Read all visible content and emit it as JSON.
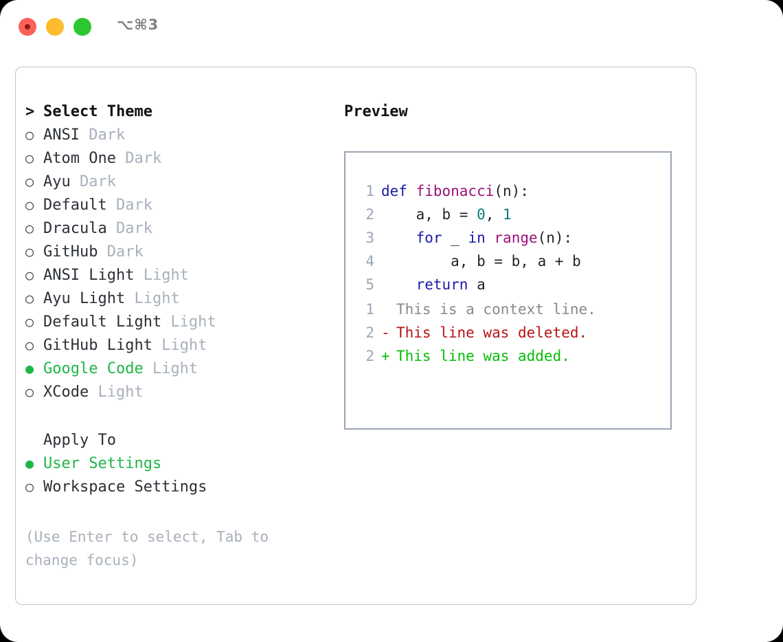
{
  "window": {
    "shortcut_label": "⌥⌘3",
    "traffic_lights": [
      "close",
      "minimize",
      "maximize"
    ]
  },
  "theme_picker": {
    "header": "Select Theme",
    "caret": ">",
    "bullet_unselected": "○",
    "bullet_selected": "●",
    "items": [
      {
        "name": "ANSI",
        "variant": "Dark",
        "selected": false
      },
      {
        "name": "Atom One",
        "variant": "Dark",
        "selected": false
      },
      {
        "name": "Ayu",
        "variant": "Dark",
        "selected": false
      },
      {
        "name": "Default",
        "variant": "Dark",
        "selected": false
      },
      {
        "name": "Dracula",
        "variant": "Dark",
        "selected": false
      },
      {
        "name": "GitHub",
        "variant": "Dark",
        "selected": false
      },
      {
        "name": "ANSI Light",
        "variant": "Light",
        "selected": false
      },
      {
        "name": "Ayu Light",
        "variant": "Light",
        "selected": false
      },
      {
        "name": "Default Light",
        "variant": "Light",
        "selected": false
      },
      {
        "name": "GitHub Light",
        "variant": "Light",
        "selected": false
      },
      {
        "name": "Google Code",
        "variant": "Light",
        "selected": true
      },
      {
        "name": "XCode",
        "variant": "Light",
        "selected": false
      }
    ]
  },
  "apply_to": {
    "header": "Apply To",
    "items": [
      {
        "name": "User Settings",
        "selected": true
      },
      {
        "name": "Workspace Settings",
        "selected": false
      }
    ]
  },
  "hint": "(Use Enter to select, Tab to change focus)",
  "preview": {
    "title": "Preview",
    "code_lines": [
      {
        "no": "1",
        "tokens": [
          {
            "t": "def ",
            "c": "kw"
          },
          {
            "t": "fibonacci",
            "c": "fn"
          },
          {
            "t": "(n):",
            "c": "plain"
          }
        ]
      },
      {
        "no": "2",
        "tokens": [
          {
            "t": "    a, b = ",
            "c": "plain"
          },
          {
            "t": "0",
            "c": "num"
          },
          {
            "t": ", ",
            "c": "plain"
          },
          {
            "t": "1",
            "c": "num"
          }
        ]
      },
      {
        "no": "3",
        "tokens": [
          {
            "t": "    ",
            "c": "plain"
          },
          {
            "t": "for",
            "c": "kw"
          },
          {
            "t": " _ ",
            "c": "plain"
          },
          {
            "t": "in",
            "c": "kw"
          },
          {
            "t": " ",
            "c": "plain"
          },
          {
            "t": "range",
            "c": "fn"
          },
          {
            "t": "(n):",
            "c": "plain"
          }
        ]
      },
      {
        "no": "4",
        "tokens": [
          {
            "t": "        a, b = b, a + b",
            "c": "plain"
          }
        ]
      },
      {
        "no": "5",
        "tokens": [
          {
            "t": "    ",
            "c": "plain"
          },
          {
            "t": "return",
            "c": "kw"
          },
          {
            "t": " a",
            "c": "plain"
          }
        ]
      }
    ],
    "diff_lines": [
      {
        "no": "1",
        "sign": " ",
        "text": "This is a context line.",
        "kind": "ctx"
      },
      {
        "no": "2",
        "sign": "-",
        "text": "This line was deleted.",
        "kind": "del"
      },
      {
        "no": "2",
        "sign": "+",
        "text": "This line was added.",
        "kind": "add"
      }
    ]
  },
  "colors": {
    "accent_green": "#1fb648",
    "muted": "#a8b0bb",
    "keyword": "#1a1aa8",
    "function": "#9b0f7a",
    "number": "#0b7d7d",
    "diff_added": "#06bd06",
    "diff_deleted": "#b81414",
    "border": "#9aa5b4",
    "traffic_close": "#fc6058",
    "traffic_min": "#fdbc2f",
    "traffic_max": "#2dc72d"
  }
}
